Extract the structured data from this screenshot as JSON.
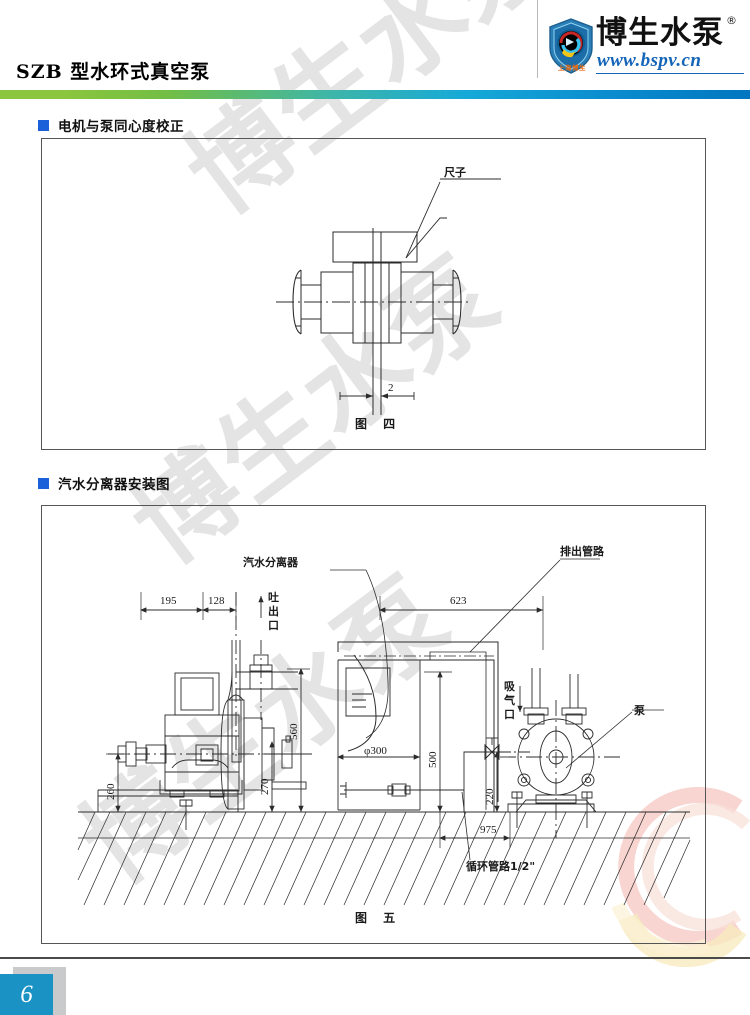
{
  "document": {
    "title": "SZB 型水环式真空泵",
    "page_number": "6"
  },
  "brand": {
    "name": "博生水泵",
    "registered_mark": "®",
    "url": "www.bspv.cn",
    "emblem_caption": "上海博生"
  },
  "sections": [
    {
      "bullet_color": "#1b5fd9",
      "title": "电机与泵同心度校正",
      "figure_caption": "图 四"
    },
    {
      "bullet_color": "#1b5fd9",
      "title": "汽水分离器安装图",
      "figure_caption": "图 五"
    }
  ],
  "figure_4": {
    "caption": "图 四",
    "labels": {
      "ruler": "尺子",
      "gap_dimension": "2"
    }
  },
  "figure_5": {
    "caption": "图 五",
    "labels": {
      "separator": "汽水分离器",
      "discharge_pipe": "排出管路",
      "discharge_port": "吐出口",
      "suction_port": "吸气口",
      "pump": "泵",
      "circulation_pipe": "循环管路1/2\""
    },
    "dimensions": {
      "d195": "195",
      "d128": "128",
      "d623": "623",
      "d560": "560",
      "d500": "500",
      "d300": "φ300",
      "d270": "270",
      "d260": "260",
      "d220": "220",
      "d975": "975"
    }
  },
  "watermark": {
    "text": "博生水泵"
  },
  "colors": {
    "accent_blue": "#1b5fd9",
    "page_badge": "#1a92c4",
    "brand_url": "#1565b8",
    "gradient_start": "#8cc63e",
    "gradient_end": "#0076c0"
  }
}
